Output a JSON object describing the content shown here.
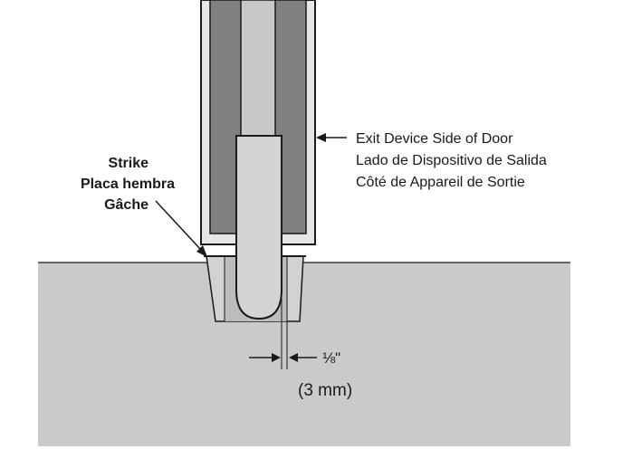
{
  "labels": {
    "exit_side": [
      "Exit Device Side of Door",
      "Lado de Dispositivo de Salida",
      "Côté de Appareil de Sortie"
    ],
    "strike": [
      "Strike",
      "Placa hembra",
      "Gâche"
    ],
    "gap_fraction": "⅛\"",
    "gap_metric": "(3 mm)"
  },
  "colors": {
    "floor": "#cacaca",
    "door_panel": "#808080",
    "door_tube": "#c8c8c8",
    "door_face": "#e6e6e6",
    "strike_body": "#d2d2d2",
    "strike_pocket": "#bcbcbc",
    "bolt": "#d4d4d4",
    "line": "#1a1a1a"
  }
}
